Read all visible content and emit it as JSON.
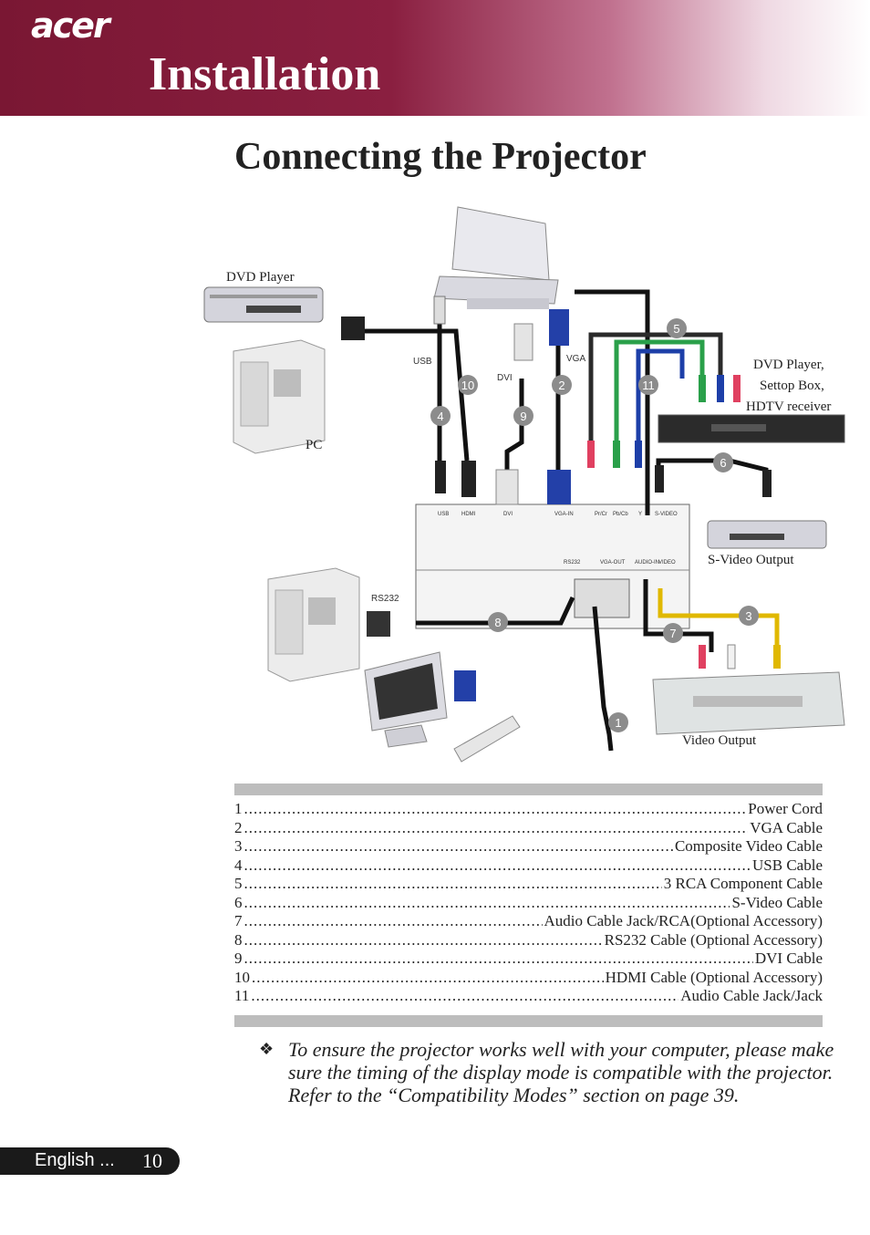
{
  "header": {
    "logo": "acer",
    "section_title": "Installation"
  },
  "page_title": "Connecting the Projector",
  "diagram": {
    "devices": {
      "dvd_player_top": "DVD Player",
      "pc": "PC",
      "dvd_settop": [
        "DVD Player,",
        "Settop Box,",
        "HDTV receiver"
      ],
      "svideo_output": "S-Video Output",
      "video_output": "Video Output"
    },
    "cable_labels": {
      "usb": "USB",
      "dvi": "DVI",
      "vga": "VGA",
      "rs232": "RS232"
    },
    "ports": [
      "USB",
      "HDMI",
      "DVI",
      "VGA-IN",
      "Pr/Cr",
      "Pb/Cb",
      "Y",
      "S-VIDEO",
      "RS232",
      "VGA-OUT",
      "AUDIO-IN",
      "VIDEO"
    ],
    "badges": [
      "1",
      "2",
      "3",
      "4",
      "5",
      "6",
      "7",
      "8",
      "9",
      "10",
      "11"
    ]
  },
  "cables": [
    {
      "num": "1",
      "name": "Power Cord"
    },
    {
      "num": "2",
      "name": "VGA Cable"
    },
    {
      "num": "3",
      "name": "Composite Video Cable"
    },
    {
      "num": "4",
      "name": "USB Cable"
    },
    {
      "num": "5",
      "name": "3 RCA Component Cable"
    },
    {
      "num": "6",
      "name": "S-Video Cable"
    },
    {
      "num": "7",
      "name": "Audio Cable Jack/RCA(Optional Accessory)"
    },
    {
      "num": "8",
      "name": "RS232 Cable (Optional Accessory)"
    },
    {
      "num": "9",
      "name": "DVI Cable"
    },
    {
      "num": "10",
      "name": "HDMI Cable (Optional Accessory)"
    },
    {
      "num": "11",
      "name": "Audio Cable Jack/Jack"
    }
  ],
  "note": {
    "icon": "diamond-bullet-icon",
    "text": "To ensure the projector works well with your computer, please make sure the timing of the display mode is compatible with the projector. Refer to the “Compatibility Modes” section on page 39."
  },
  "footer": {
    "language": "English ...",
    "page_number": "10"
  }
}
